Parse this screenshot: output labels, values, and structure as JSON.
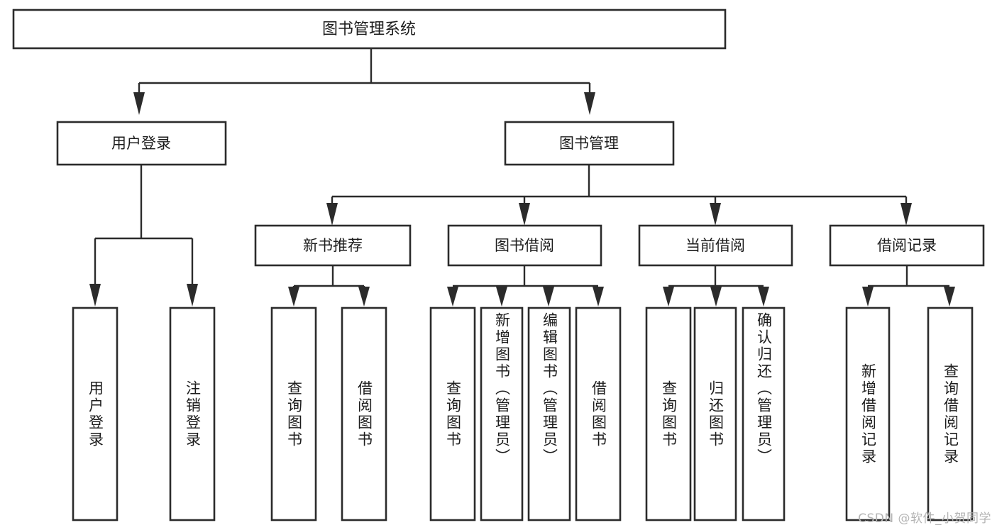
{
  "diagram": {
    "type": "tree-hierarchy",
    "title": "图书管理系统",
    "orientation": "top-down",
    "colors": {
      "box_stroke": "#2b2b2b",
      "box_fill": "#ffffff",
      "connector": "#2b2b2b",
      "text": "#1c1c1c",
      "background": "#ffffff",
      "watermark": "#b4b4b4"
    },
    "root": {
      "label": "图书管理系统"
    },
    "level2": [
      {
        "label": "用户登录"
      },
      {
        "label": "图书管理"
      }
    ],
    "level3": [
      {
        "label": "新书推荐"
      },
      {
        "label": "图书借阅"
      },
      {
        "label": "当前借阅"
      },
      {
        "label": "借阅记录"
      }
    ],
    "leaves": {
      "user_login": [
        {
          "label": "用户登录"
        },
        {
          "label": "注销登录"
        }
      ],
      "new_book_recommend": [
        {
          "label": "查询图书"
        },
        {
          "label": "借阅图书"
        }
      ],
      "book_borrow": [
        {
          "label": "查询图书"
        },
        {
          "label": "新增图书（管理员）"
        },
        {
          "label": "编辑图书（管理员）"
        },
        {
          "label": "借阅图书"
        }
      ],
      "current_borrow": [
        {
          "label": "查询图书"
        },
        {
          "label": "归还图书"
        },
        {
          "label": "确认归还（管理员）"
        }
      ],
      "borrow_record": [
        {
          "label": "新增借阅记录"
        },
        {
          "label": "查询借阅记录"
        }
      ]
    },
    "watermark": "CSDN @软件_小贺同学"
  }
}
